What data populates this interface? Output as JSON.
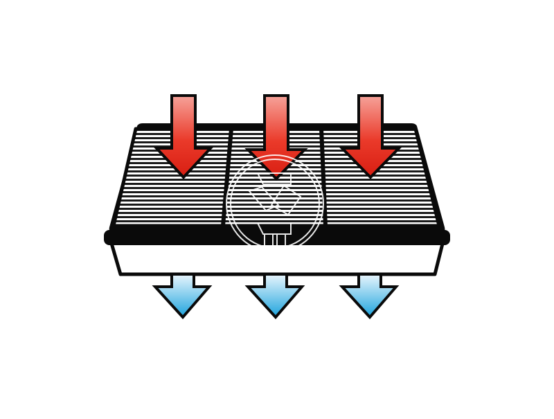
{
  "diagram": {
    "panels": 3,
    "inflow_arrows": 3,
    "outflow_arrows": 3,
    "watermark": "logo-watermark"
  },
  "colors": {
    "background": "#ffffff",
    "outline": "#0a0a0a",
    "inflow_top": "#f6a39a",
    "inflow_mid": "#ea3a2a",
    "inflow_bottom": "#d81e12",
    "outflow_top": "#e9f6fd",
    "outflow_bottom": "#1ca3dd",
    "filter_base": "#ffffff",
    "stripe_dark": "#1a1a1a",
    "stripe_light": "#ffffff",
    "watermark": "#ffffff"
  }
}
